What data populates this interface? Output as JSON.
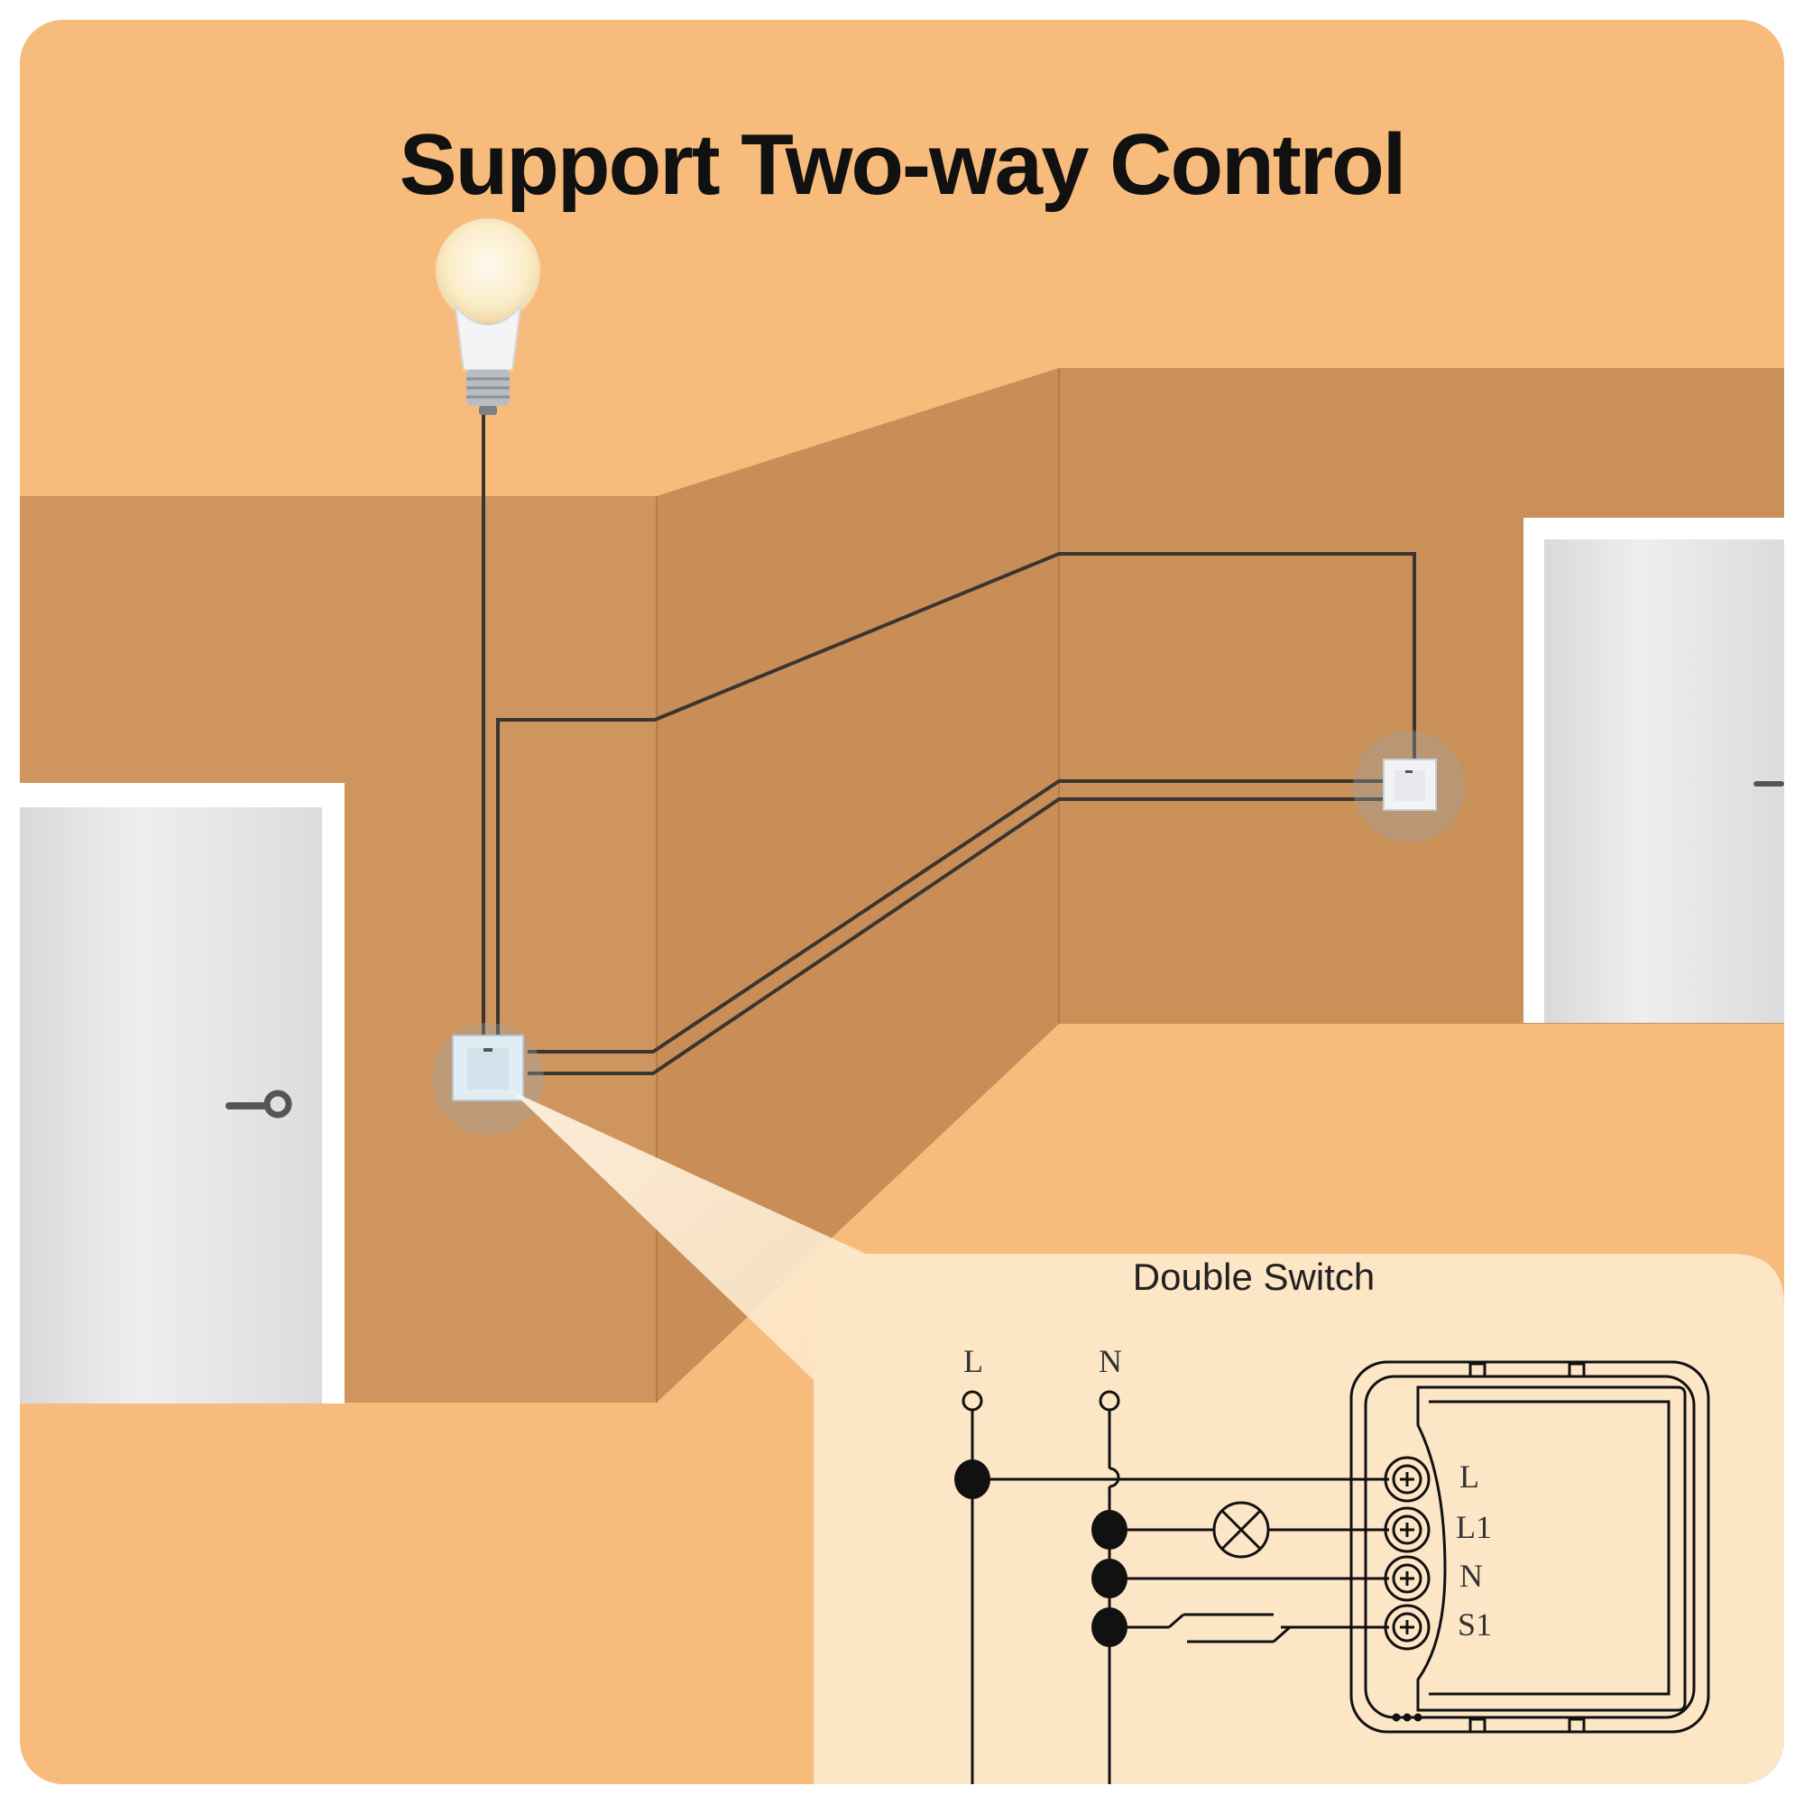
{
  "title": "Support Two-way Control",
  "diagram": {
    "panel_title": "Double Switch",
    "bus_labels": {
      "line": "L",
      "neutral": "N"
    },
    "terminals": [
      "L",
      "L1",
      "N",
      "S1"
    ]
  },
  "colors": {
    "background": "#f7bb7c",
    "wall": "#cf955f",
    "wire": "#3a3530",
    "panel": "#fde6c6",
    "door": "#e6e6e8"
  },
  "icons": {
    "bulb": "light-bulb-icon",
    "switch": "wall-switch-icon",
    "lamp_symbol": "lamp-symbol-icon",
    "module": "switch-module-icon"
  }
}
